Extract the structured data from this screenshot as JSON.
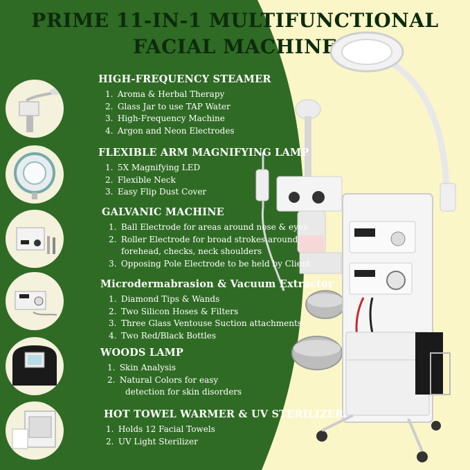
{
  "title": {
    "line1": "PRIME 11-IN-1 MULTIFUNCTIONAL",
    "line2": "FACIAL MACHINE"
  },
  "colors": {
    "green": "#2f6b24",
    "cream": "#fbf6c8",
    "title_text": "#0d2b0d"
  },
  "sections": [
    {
      "heading": "HIGH-FREQUENCY STEAMER",
      "icon": "steamer-icon",
      "items": [
        {
          "num": "1.",
          "text": "Aroma & Herbal Therapy"
        },
        {
          "num": "2.",
          "text": "Glass Jar to use TAP Water"
        },
        {
          "num": "3.",
          "text": "High-Frequency Machine"
        },
        {
          "num": "4.",
          "text": "Argon and  Neon Electrodes"
        }
      ]
    },
    {
      "heading": "FLEXIBLE ARM MAGNIFYING LAMP",
      "icon": "magnifying-lamp-icon",
      "items": [
        {
          "num": "1.",
          "text": "5X Magnifying LED"
        },
        {
          "num": "2.",
          "text": "Flexible Neck"
        },
        {
          "num": "3.",
          "text": "Easy Flip Dust Cover"
        }
      ]
    },
    {
      "heading": "GALVANIC MACHINE",
      "icon": "galvanic-machine-icon",
      "items": [
        {
          "num": "1.",
          "text": "Ball Electrode for areas around nose & eyes"
        },
        {
          "num": "2.",
          "text": "Roller Electrode for broad strokes around"
        },
        {
          "num": "",
          "text": "forehead, checks, neck shoulders"
        },
        {
          "num": "3.",
          "text": "Opposing Pole Electrode to be held by Client"
        }
      ]
    },
    {
      "heading": "Microdermabrasion & Vacuum Extractor",
      "icon": "microdermabrasion-icon",
      "items": [
        {
          "num": "1.",
          "text": "Diamond Tips & Wands"
        },
        {
          "num": "2.",
          "text": "Two Silicon Hoses & Filters"
        },
        {
          "num": "3.",
          "text": "Three Glass Ventouse Suction attachments"
        },
        {
          "num": "4.",
          "text": "Two Red/Black Bottles"
        }
      ]
    },
    {
      "heading": "WOODS LAMP",
      "icon": "woods-lamp-icon",
      "items": [
        {
          "num": "1.",
          "text": "Skin Analysis"
        },
        {
          "num": "2.",
          "text": "Natural Colors for easy"
        },
        {
          "num": "",
          "text": "detection for skin disorders"
        }
      ]
    },
    {
      "heading": "HOT TOWEL WARMER & UV STERILIZER",
      "icon": "towel-warmer-icon",
      "items": [
        {
          "num": "1.",
          "text": "Holds 12 Facial Towels"
        },
        {
          "num": "2.",
          "text": "UV Light Sterilizer"
        }
      ]
    }
  ]
}
